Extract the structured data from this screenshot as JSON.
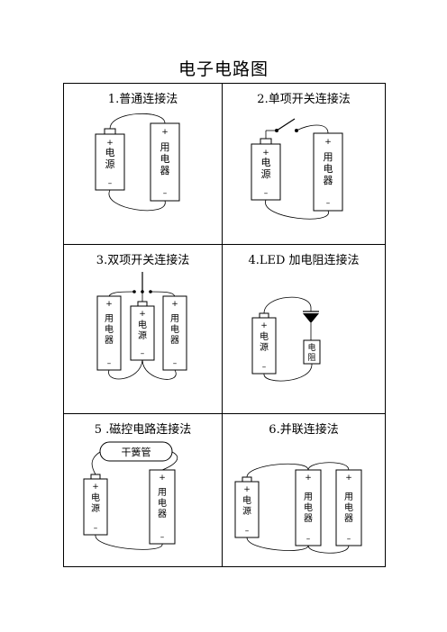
{
  "title": "电子电路图",
  "cells": [
    {
      "title": "1.普通连接法"
    },
    {
      "title": "2.单项开关连接法"
    },
    {
      "title": "3.双项开关连接法"
    },
    {
      "title": "4.LED 加电阻连接法"
    },
    {
      "title": "5 .磁控电路连接法"
    },
    {
      "title": "6.并联连接法"
    }
  ],
  "labels": {
    "source": "电源",
    "device": "用电器",
    "resistor": "电阻",
    "reed": "干簧管",
    "plus": "+",
    "minus": "–"
  }
}
